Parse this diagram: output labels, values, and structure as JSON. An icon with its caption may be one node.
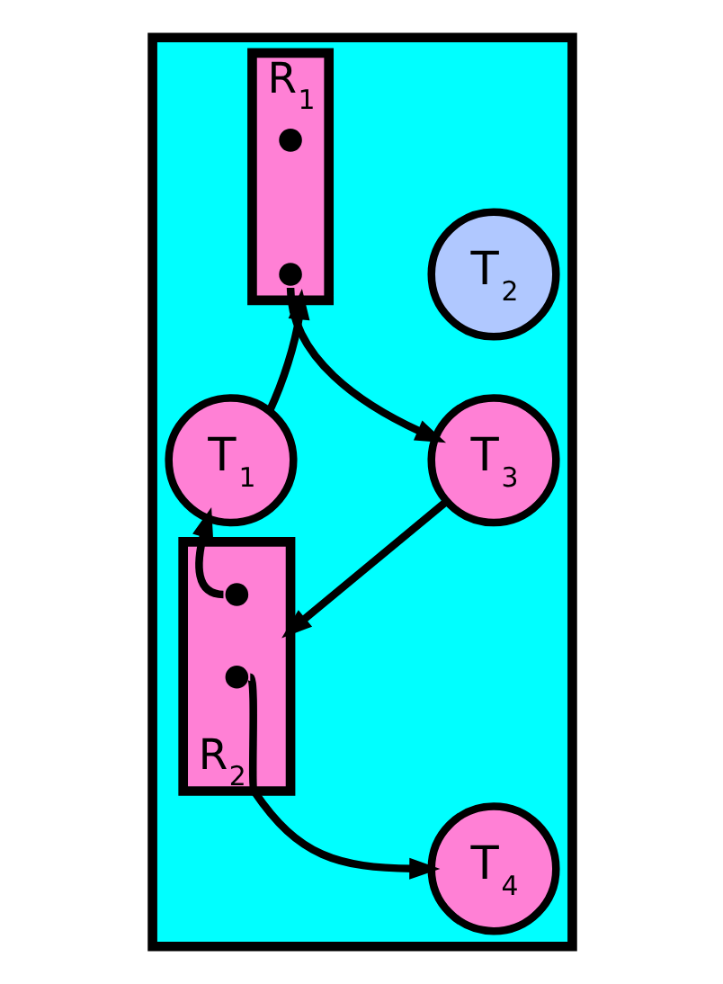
{
  "diagram": {
    "nodes": [
      {
        "text": [],
        "shape": "box"
      },
      {
        "text": [
          "R$_{1}$"
        ],
        "in": 0
      },
      {
        "text": [],
        "shape": "circle",
        "in": 1
      },
      {
        "text": [],
        "shape": "circle",
        "in": 1
      },
      {
        "text": [
          "T$_{2}$"
        ],
        "in": 0
      },
      {
        "text": [
          "T$_{1}$"
        ],
        "in": 0
      },
      {
        "text": [
          "T$_{3}$"
        ],
        "in": 0
      },
      {
        "text": [
          "R$_{2}$"
        ],
        "in": 0
      },
      {
        "text": [],
        "shape": "circle",
        "in": 7
      },
      {
        "text": [],
        "shape": "circle",
        "in": 7
      },
      {
        "text": [
          "T$_{4}$"
        ],
        "in": 0
      }
    ],
    "edges": [
      {
        "from": 5,
        "to": 1,
        "arrow": "to"
      },
      {
        "from": 3,
        "to": 6,
        "arrow": "to"
      },
      {
        "from": 6,
        "to": 7,
        "arrow": "to"
      },
      {
        "from": 8,
        "to": 5,
        "arrow": "to"
      },
      {
        "from": 9,
        "to": 10,
        "arrow": "to"
      }
    ]
  }
}
